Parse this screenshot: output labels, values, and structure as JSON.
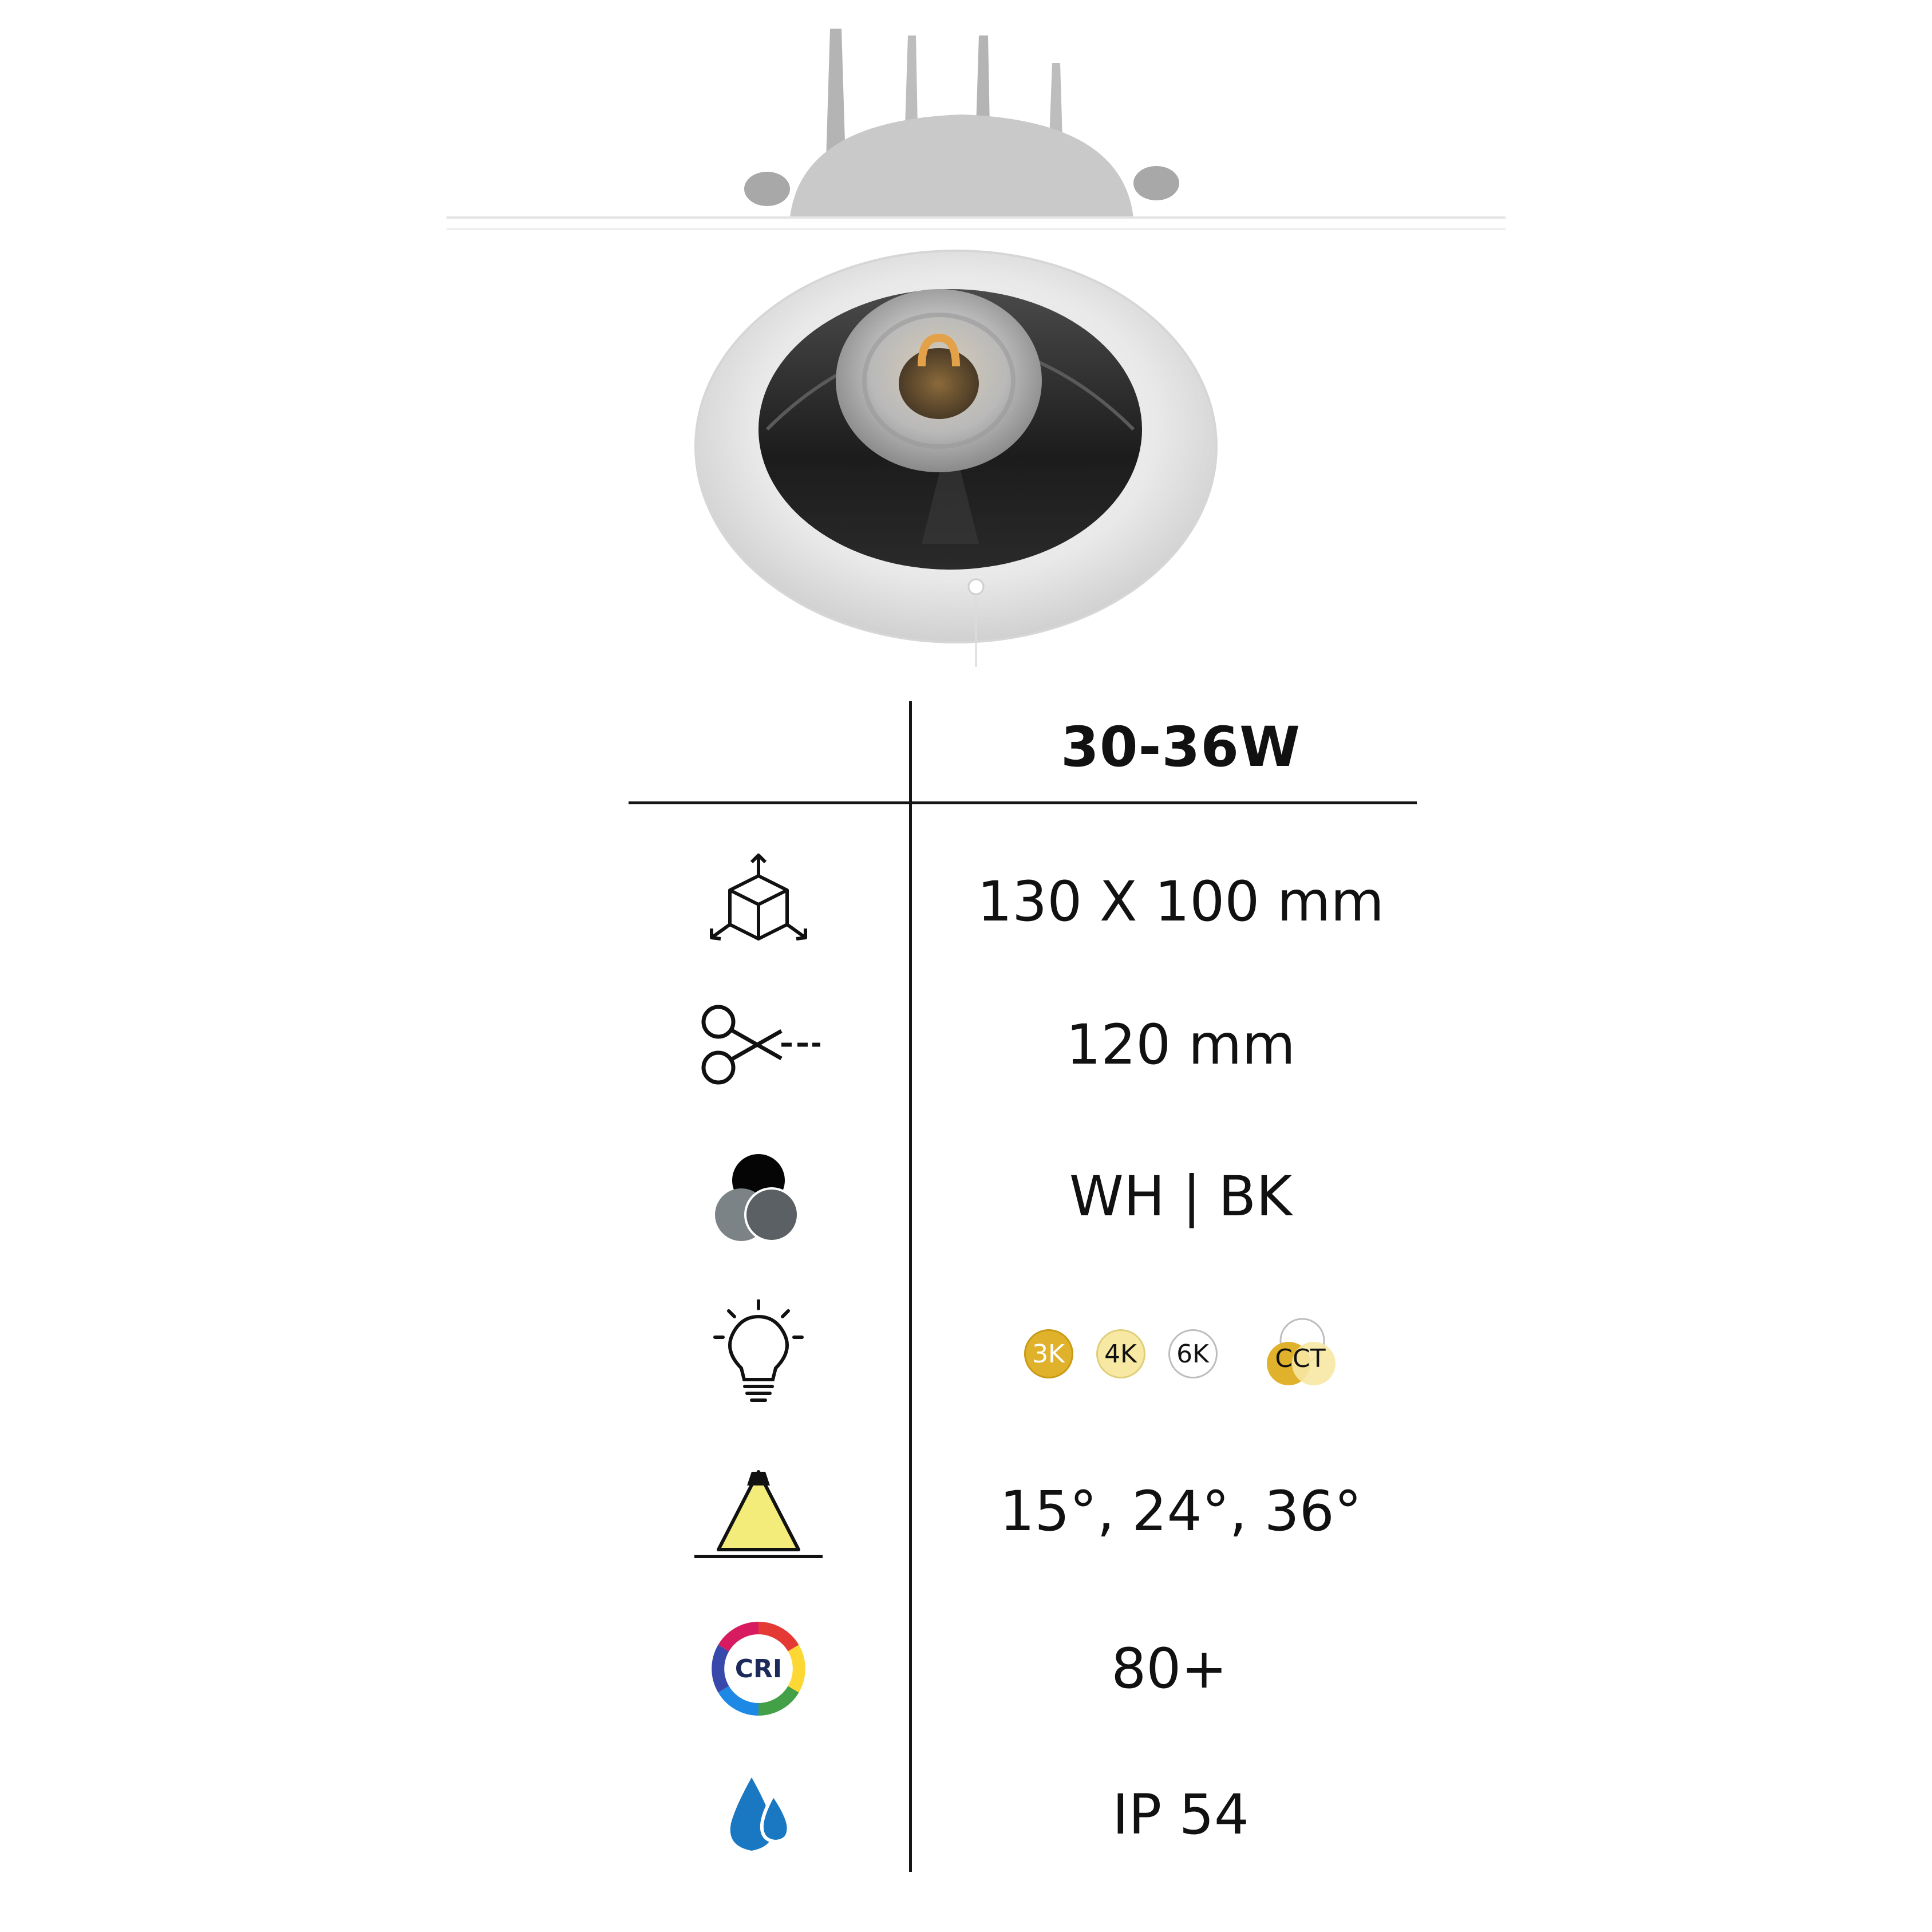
{
  "header": {
    "wattage": "30-36W"
  },
  "specs": {
    "dimensions": {
      "icon": "dimensions-cube-icon",
      "value": "130 X 100 mm"
    },
    "cutout": {
      "icon": "scissors-cut-icon",
      "value": "120 mm"
    },
    "colors": {
      "icon": "color-circles-icon",
      "value": "WH | BK"
    },
    "color_temperature": {
      "icon": "light-bulb-icon",
      "options": [
        {
          "label": "3K",
          "color": "#e0b12a"
        },
        {
          "label": "4K",
          "color": "#f7e8a3"
        },
        {
          "label": "6K",
          "color": "#ffffff"
        }
      ],
      "cct_label": "CCT"
    },
    "beam_angle": {
      "icon": "beam-angle-icon",
      "value": "15°, 24°, 36°"
    },
    "cri": {
      "icon": "cri-wheel-icon",
      "badge": "CRI",
      "value": "80+"
    },
    "ip": {
      "icon": "water-drops-icon",
      "value": "IP 54"
    }
  },
  "colors": {
    "accent_blue": "#1a78c2",
    "beam_yellow": "#f4ec7a",
    "gold": "#e0b12a"
  }
}
